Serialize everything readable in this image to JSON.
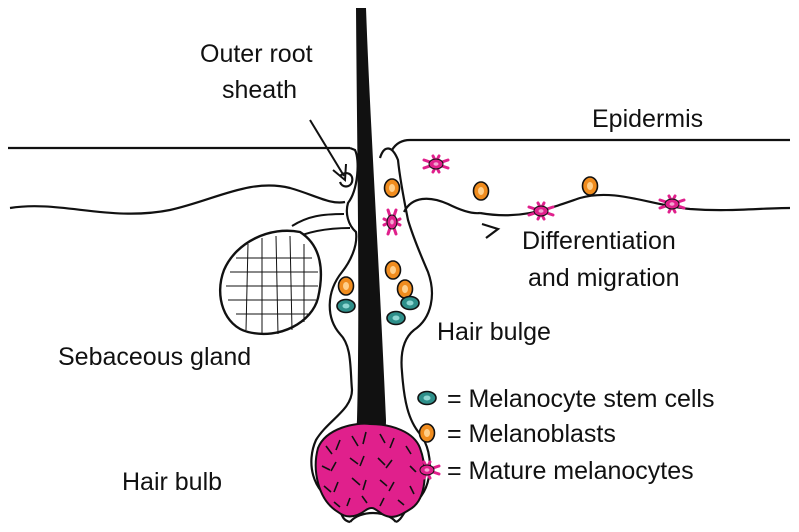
{
  "labels": {
    "outer_root_sheath_line1": "Outer root",
    "outer_root_sheath_line2": "sheath",
    "epidermis": "Epidermis",
    "differentiation_line1": "Differentiation",
    "differentiation_line2": "and migration",
    "hair_bulge": "Hair bulge",
    "sebaceous_gland": "Sebaceous gland",
    "hair_bulb": "Hair bulb"
  },
  "legend": [
    {
      "symbol": "stem-cell-icon",
      "text": "= Melanocyte stem cells"
    },
    {
      "symbol": "melanoblast-icon",
      "text": "= Melanoblasts"
    },
    {
      "symbol": "mature-melanocyte-icon",
      "text": "= Mature melanocytes"
    }
  ],
  "colors": {
    "outline": "#111111",
    "stem_cell_fill": "#2e8f8a",
    "stem_cell_core": "#8fd6d2",
    "melanoblast_fill": "#f08c1e",
    "melanoblast_core": "#ffcf8a",
    "mature_melanocyte": "#e0208c",
    "hair_shaft": "#111111"
  }
}
